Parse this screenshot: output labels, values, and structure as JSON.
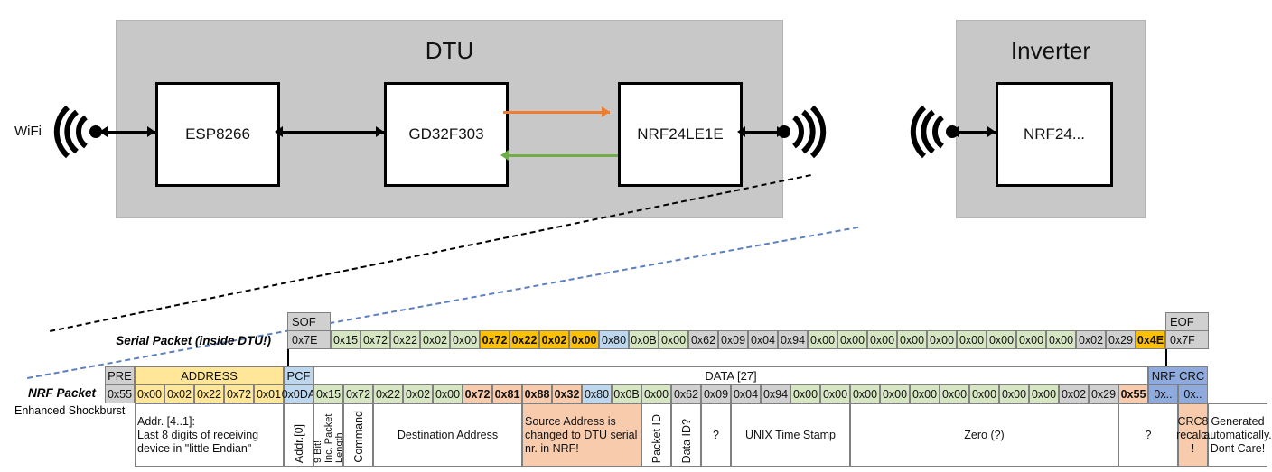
{
  "diagram": {
    "dtu": {
      "title": "DTU",
      "chips": [
        "ESP8266",
        "GD32F303",
        "NRF24LE1E"
      ],
      "wifi_label": "WiFi",
      "arrow_orange_color": "#ED7D31",
      "arrow_green_color": "#70AD47"
    },
    "inverter": {
      "title": "Inverter",
      "chips": [
        "NRF24..."
      ]
    },
    "connector_black_color": "#000000",
    "connector_blue_color": "#5B7FBF"
  },
  "serial_packet": {
    "title": "Serial Packet (inside DTU!)",
    "sof_label": "SOF",
    "eof_label": "EOF",
    "sof_value": "0x7E",
    "eof_value": "0x7F",
    "bytes": [
      {
        "v": "0x15",
        "c": "green"
      },
      {
        "v": "0x72",
        "c": "green"
      },
      {
        "v": "0x22",
        "c": "green"
      },
      {
        "v": "0x02",
        "c": "green"
      },
      {
        "v": "0x00",
        "c": "green"
      },
      {
        "v": "0x72",
        "c": "amber",
        "bold": true
      },
      {
        "v": "0x22",
        "c": "amber",
        "bold": true
      },
      {
        "v": "0x02",
        "c": "amber",
        "bold": true
      },
      {
        "v": "0x00",
        "c": "amber",
        "bold": true
      },
      {
        "v": "0x80",
        "c": "blue"
      },
      {
        "v": "0x0B",
        "c": "green"
      },
      {
        "v": "0x00",
        "c": "green"
      },
      {
        "v": "0x62",
        "c": "gray"
      },
      {
        "v": "0x09",
        "c": "gray"
      },
      {
        "v": "0x04",
        "c": "gray"
      },
      {
        "v": "0x94",
        "c": "gray"
      },
      {
        "v": "0x00",
        "c": "green"
      },
      {
        "v": "0x00",
        "c": "green"
      },
      {
        "v": "0x00",
        "c": "green"
      },
      {
        "v": "0x00",
        "c": "green"
      },
      {
        "v": "0x00",
        "c": "green"
      },
      {
        "v": "0x00",
        "c": "green"
      },
      {
        "v": "0x00",
        "c": "green"
      },
      {
        "v": "0x00",
        "c": "green"
      },
      {
        "v": "0x00",
        "c": "green"
      },
      {
        "v": "0x02",
        "c": "gray"
      },
      {
        "v": "0x29",
        "c": "gray"
      },
      {
        "v": "0x4E",
        "c": "orangebright",
        "bold": true
      }
    ]
  },
  "nrf_packet": {
    "title": "NRF Packet",
    "subtitle": "Enhanced Shockburst",
    "groups": [
      {
        "label": "PRE",
        "c": "gray"
      },
      {
        "label": "ADDRESS",
        "c": "amberlight"
      },
      {
        "label": "PCF",
        "c": "bluelight"
      },
      {
        "label": "DATA [27]",
        "c": "white"
      },
      {
        "label": "NRF CRC",
        "c": "bluemid"
      }
    ],
    "bytes": [
      {
        "v": "0x55",
        "c": "gray"
      },
      {
        "v": "0x00",
        "c": "amberlight"
      },
      {
        "v": "0x02",
        "c": "amberlight"
      },
      {
        "v": "0x22",
        "c": "amberlight"
      },
      {
        "v": "0x72",
        "c": "amberlight"
      },
      {
        "v": "0x01",
        "c": "amberlight"
      },
      {
        "v": "0x0DA",
        "c": "bluelight"
      },
      {
        "v": "0x15",
        "c": "green"
      },
      {
        "v": "0x72",
        "c": "green"
      },
      {
        "v": "0x22",
        "c": "green"
      },
      {
        "v": "0x02",
        "c": "green"
      },
      {
        "v": "0x00",
        "c": "green"
      },
      {
        "v": "0x72",
        "c": "salmon",
        "bold": true
      },
      {
        "v": "0x81",
        "c": "salmon",
        "bold": true
      },
      {
        "v": "0x88",
        "c": "salmon",
        "bold": true
      },
      {
        "v": "0x32",
        "c": "salmon",
        "bold": true
      },
      {
        "v": "0x80",
        "c": "blue"
      },
      {
        "v": "0x0B",
        "c": "green"
      },
      {
        "v": "0x00",
        "c": "green"
      },
      {
        "v": "0x62",
        "c": "gray"
      },
      {
        "v": "0x09",
        "c": "gray"
      },
      {
        "v": "0x04",
        "c": "gray"
      },
      {
        "v": "0x94",
        "c": "gray"
      },
      {
        "v": "0x00",
        "c": "green"
      },
      {
        "v": "0x00",
        "c": "green"
      },
      {
        "v": "0x00",
        "c": "green"
      },
      {
        "v": "0x00",
        "c": "green"
      },
      {
        "v": "0x00",
        "c": "green"
      },
      {
        "v": "0x00",
        "c": "green"
      },
      {
        "v": "0x00",
        "c": "green"
      },
      {
        "v": "0x00",
        "c": "green"
      },
      {
        "v": "0x00",
        "c": "green"
      },
      {
        "v": "0x02",
        "c": "gray"
      },
      {
        "v": "0x29",
        "c": "gray"
      },
      {
        "v": "0x55",
        "c": "salmon",
        "bold": true
      },
      {
        "v": "0x..",
        "c": "bluemid"
      },
      {
        "v": "0x..",
        "c": "bluemid"
      }
    ],
    "notes": [
      {
        "text": "Addr. [4..1]:\nLast 8 digits of receiving device in \"little Endian\"",
        "c": "white",
        "align": "left",
        "orient": "h"
      },
      {
        "text": "Addr.[0]",
        "c": "white",
        "orient": "v"
      },
      {
        "text": "9 Bit!\nInc. Packet Length",
        "c": "white",
        "orient": "v2"
      },
      {
        "text": "Command",
        "c": "white",
        "orient": "v"
      },
      {
        "text": "Destination Address",
        "c": "white",
        "orient": "h"
      },
      {
        "text": "Source Address is changed to DTU serial nr. in NRF!",
        "c": "salmon",
        "align": "left",
        "orient": "h"
      },
      {
        "text": "Packet ID",
        "c": "white",
        "orient": "v"
      },
      {
        "text": "Data ID?",
        "c": "white",
        "orient": "v"
      },
      {
        "text": "?",
        "c": "white",
        "orient": "h"
      },
      {
        "text": "UNIX Time Stamp",
        "c": "white",
        "orient": "h"
      },
      {
        "text": "Zero (?)",
        "c": "white",
        "orient": "h"
      },
      {
        "text": "?",
        "c": "white",
        "orient": "h"
      },
      {
        "text": "CRC8 recalc. !",
        "c": "salmon",
        "orient": "h"
      },
      {
        "text": "Generated automatically. Dont Care!",
        "c": "white",
        "orient": "h"
      }
    ]
  },
  "colors": {
    "green": "#D6E6C3",
    "amber": "#FFC000",
    "amberlight": "#FFE699",
    "blue": "#BDD7EE",
    "bluelight": "#BDD7EE",
    "bluemid": "#8FAADC",
    "gray": "#D0D0D0",
    "orangebright": "#FFC000",
    "salmon": "#F8CBAD",
    "white": "#FFFFFF"
  }
}
